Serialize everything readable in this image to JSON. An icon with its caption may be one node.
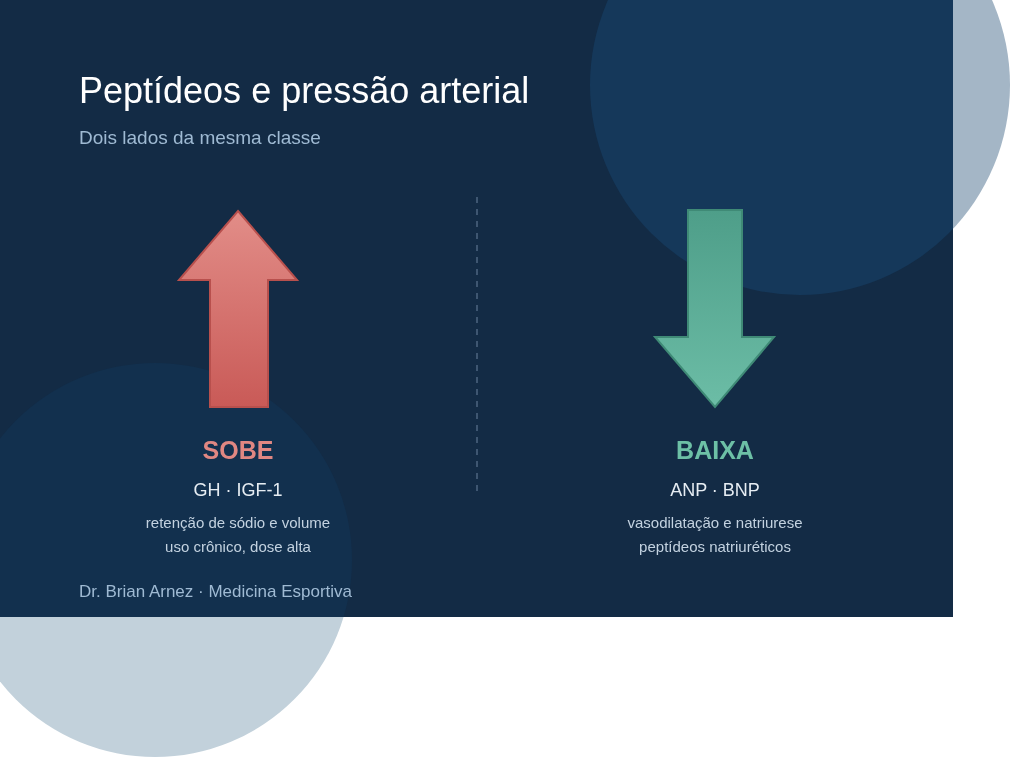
{
  "diagram": {
    "title": "Peptídeos e pressão arterial",
    "labels": [
      "Dois lados da mesma classe",
      "SOBE",
      "GH · IGF-1",
      "retenção de sódio e volume",
      "uso crônico, dose alta",
      "BAIXA",
      "ANP · BNP",
      "vasodilatação e natriurese",
      "peptídeos natriuréticos"
    ],
    "caption": "Dr. Brian Arnez · Medicina Esportiva"
  }
}
